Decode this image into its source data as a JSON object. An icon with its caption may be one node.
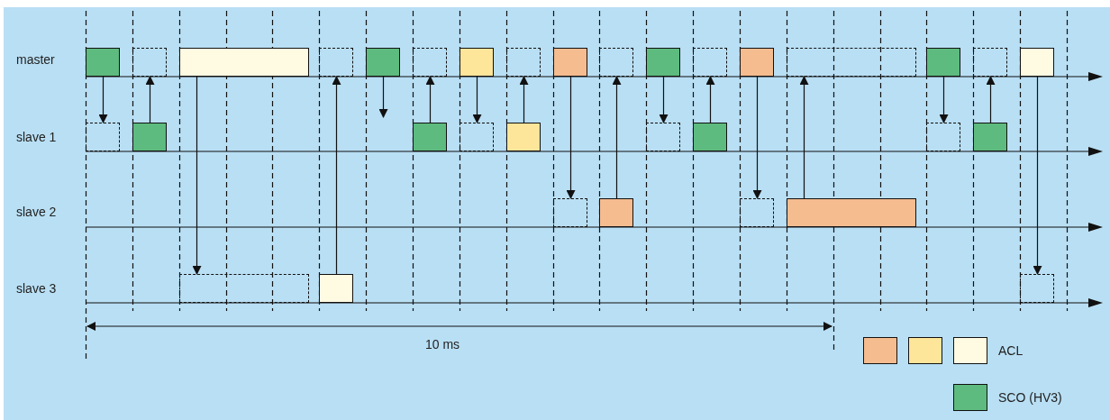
{
  "diagram": {
    "nodes": [
      {
        "text": [],
        "shape": "box"
      },
      {
        "text": [],
        "shape": "box"
      },
      {
        "text": [],
        "shape": "box"
      },
      {
        "text": [],
        "shape": "box"
      },
      {
        "text": [],
        "shape": "box"
      },
      {
        "text": [],
        "shape": "box"
      },
      {
        "text": [],
        "shape": "box"
      },
      {
        "text": [],
        "shape": "box"
      },
      {
        "text": [],
        "shape": "box"
      },
      {
        "text": [],
        "shape": "box"
      },
      {
        "text": [],
        "shape": "box"
      },
      {
        "text": [],
        "shape": "box"
      },
      {
        "text": [],
        "shape": "box"
      },
      {
        "text": [],
        "shape": "box"
      },
      {
        "text": [],
        "shape": "box"
      },
      {
        "text": [],
        "shape": "box"
      },
      {
        "text": [],
        "shape": "box"
      },
      {
        "text": [],
        "shape": "box"
      },
      {
        "text": [],
        "shape": "box"
      },
      {
        "text": [],
        "shape": "box"
      },
      {
        "text": [],
        "shape": "box"
      },
      {
        "text": [],
        "shape": "box"
      },
      {
        "text": [],
        "shape": "box"
      },
      {
        "text": [],
        "shape": "box"
      },
      {
        "text": [],
        "shape": "box"
      },
      {
        "text": [],
        "shape": "box"
      },
      {
        "text": [],
        "shape": "box"
      },
      {
        "text": [],
        "shape": "box"
      },
      {
        "text": [],
        "shape": "box"
      },
      {
        "text": [],
        "shape": "box"
      },
      {
        "text": [],
        "shape": "box"
      },
      {
        "text": [],
        "shape": "box"
      },
      {
        "text": [],
        "shape": "box"
      }
    ],
    "edges": [
      {
        "from": 0,
        "to": 17,
        "arrow": "to"
      },
      {
        "from": 18,
        "to": 1,
        "arrow": "to"
      },
      {
        "from": 2,
        "to": 30,
        "arrow": "to"
      },
      {
        "from": 31,
        "to": 3,
        "arrow": "to"
      },
      {
        "from": 4,
        "to": null,
        "arrow": "to"
      },
      {
        "from": 19,
        "to": 5,
        "arrow": "to"
      },
      {
        "from": 6,
        "to": 20,
        "arrow": "to"
      },
      {
        "from": 21,
        "to": 7,
        "arrow": "to"
      },
      {
        "from": 8,
        "to": 26,
        "arrow": "to"
      },
      {
        "from": 27,
        "to": 9,
        "arrow": "to"
      },
      {
        "from": 10,
        "to": 22,
        "arrow": "to"
      },
      {
        "from": 23,
        "to": 11,
        "arrow": "to"
      },
      {
        "from": 12,
        "to": 28,
        "arrow": "to"
      },
      {
        "from": 29,
        "to": 13,
        "arrow": "to"
      },
      {
        "from": 14,
        "to": 24,
        "arrow": "to"
      },
      {
        "from": 25,
        "to": 15,
        "arrow": "to"
      },
      {
        "from": 16,
        "to": 32,
        "arrow": "to"
      }
    ],
    "labels": [
      "master",
      "slave 1",
      "slave 2",
      "slave 3",
      "10 ms"
    ],
    "legend": [
      {
        "text": "ACL",
        "color": "#f5bc90"
      },
      {
        "text": "SCO (HV3)",
        "color": "#5dbb7f"
      }
    ]
  }
}
